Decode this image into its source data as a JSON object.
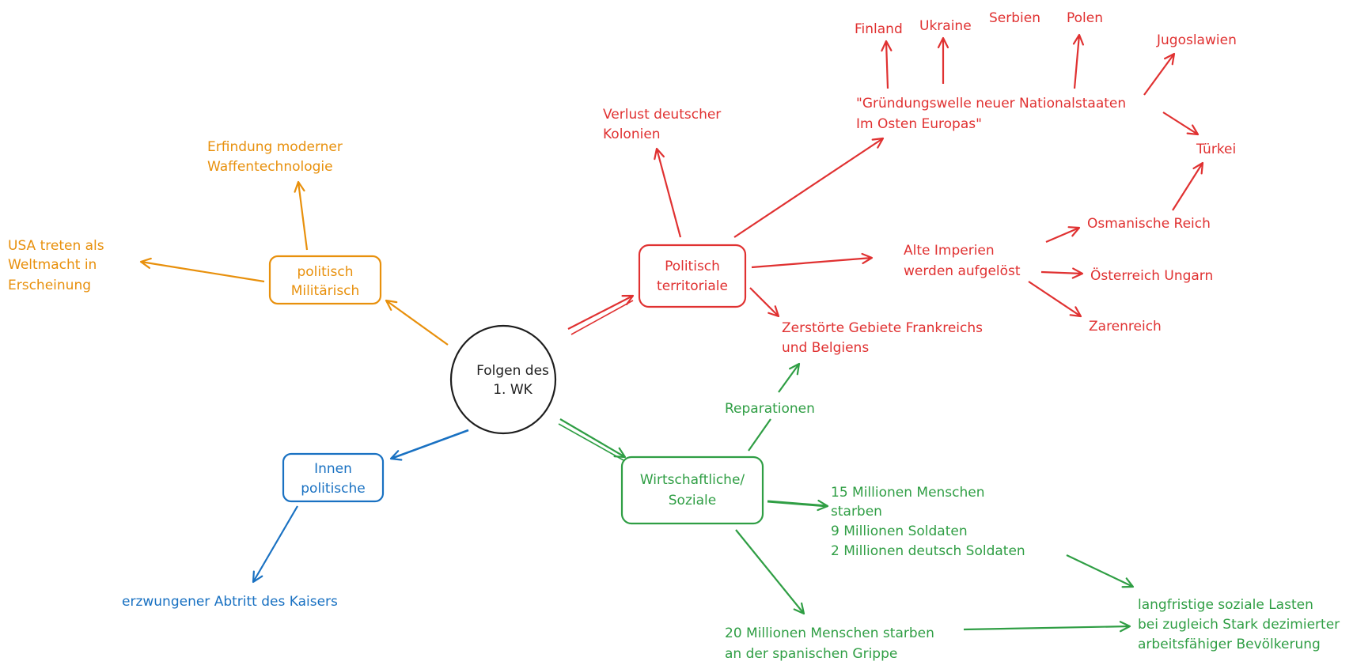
{
  "colors": {
    "orange": "#e8900c",
    "red": "#e03131",
    "green": "#2f9e44",
    "blue": "#1971c2",
    "black": "#1e1e1e"
  },
  "center": {
    "line1": "Folgen des",
    "line2": "1. WK"
  },
  "military": {
    "box": {
      "line1": "politisch",
      "line2": "Militärisch"
    },
    "weapons": {
      "line1": "Erfindung moderner",
      "line2": "Waffentechnologie"
    },
    "usa": {
      "line1": "USA treten als",
      "line2": "Weltmacht in",
      "line3": "Erscheinung"
    }
  },
  "territorial": {
    "box": {
      "line1": "Politisch",
      "line2": "territoriale"
    },
    "colonies": {
      "line1": "Verlust deutscher",
      "line2": "Kolonien"
    },
    "founding": {
      "line1": "\"Gründungswelle neuer Nationalstaaten",
      "line2": "Im Osten Europas\""
    },
    "states": {
      "finland": "Finland",
      "ukraine": "Ukraine",
      "serbia": "Serbien",
      "poland": "Polen",
      "yugoslavia": "Jugoslawien",
      "turkey": "Türkei"
    },
    "empires": {
      "line1": "Alte Imperien",
      "line2": "werden aufgelöst",
      "ottoman": "Osmanische Reich",
      "austria": "Österreich Ungarn",
      "tsar": "Zarenreich"
    },
    "destroyed": {
      "line1": "Zerstörte Gebiete Frankreichs",
      "line2": "und Belgiens"
    }
  },
  "economic": {
    "box": {
      "line1": "Wirtschaftliche/",
      "line2": "Soziale"
    },
    "reparations": "Reparationen",
    "deaths": {
      "line1": "15 Millionen Menschen",
      "line2": "starben",
      "line3": "9 Millionen Soldaten",
      "line4": "2 Millionen deutsch Soldaten"
    },
    "flu": {
      "line1": "20 Millionen Menschen starben",
      "line2": "an der spanischen Grippe"
    },
    "longterm": {
      "line1": "langfristige soziale Lasten",
      "line2": "bei zugleich Stark dezimierter",
      "line3": "arbeitsfähiger Bevölkerung"
    }
  },
  "domestic": {
    "box": {
      "line1": "Innen",
      "line2": "politische"
    },
    "kaiser": "erzwungener Abtritt des Kaisers"
  }
}
